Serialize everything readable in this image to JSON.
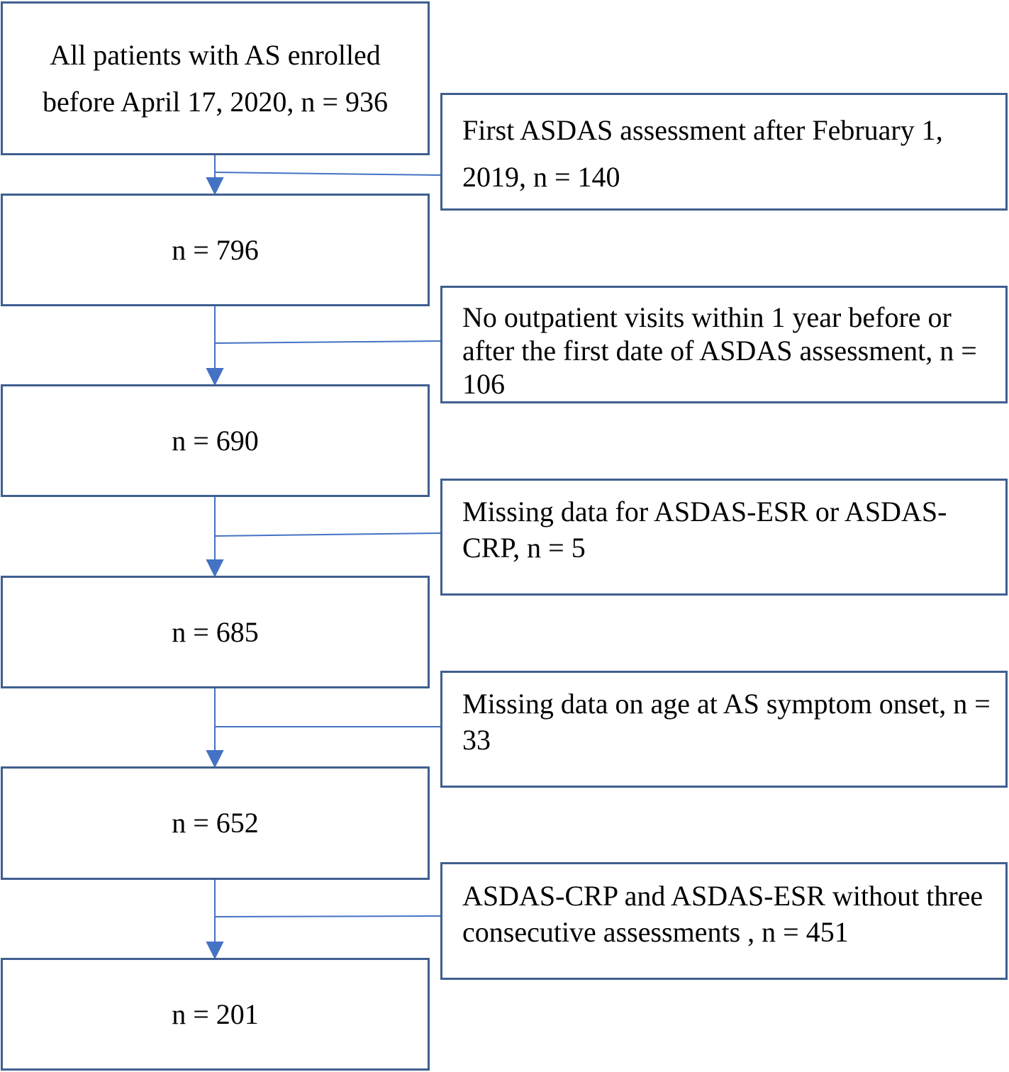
{
  "flow": {
    "steps": [
      {
        "id": "start",
        "text": "All patients with AS enrolled before April 17, 2020, n = 936"
      },
      {
        "id": "s796",
        "text": "n = 796"
      },
      {
        "id": "s690",
        "text": "n = 690"
      },
      {
        "id": "s685",
        "text": "n = 685"
      },
      {
        "id": "s652",
        "text": "n = 652"
      },
      {
        "id": "s201",
        "text": "n = 201"
      }
    ],
    "exclusions": [
      {
        "id": "ex1",
        "text": "First ASDAS assessment after February 1, 2019, n = 140"
      },
      {
        "id": "ex2",
        "text": "No outpatient visits within 1 year before or after the first date of ASDAS assessment, n = 106"
      },
      {
        "id": "ex3",
        "text": "Missing data for ASDAS-ESR or ASDAS-CRP, n = 5"
      },
      {
        "id": "ex4",
        "text": "Missing data on age at AS symptom onset, n = 33"
      },
      {
        "id": "ex5",
        "text": "ASDAS-CRP and ASDAS-ESR without three consecutive assessments , n = 451"
      }
    ]
  },
  "colors": {
    "box_border": "#3f5f8f",
    "connector": "#4472c4"
  }
}
